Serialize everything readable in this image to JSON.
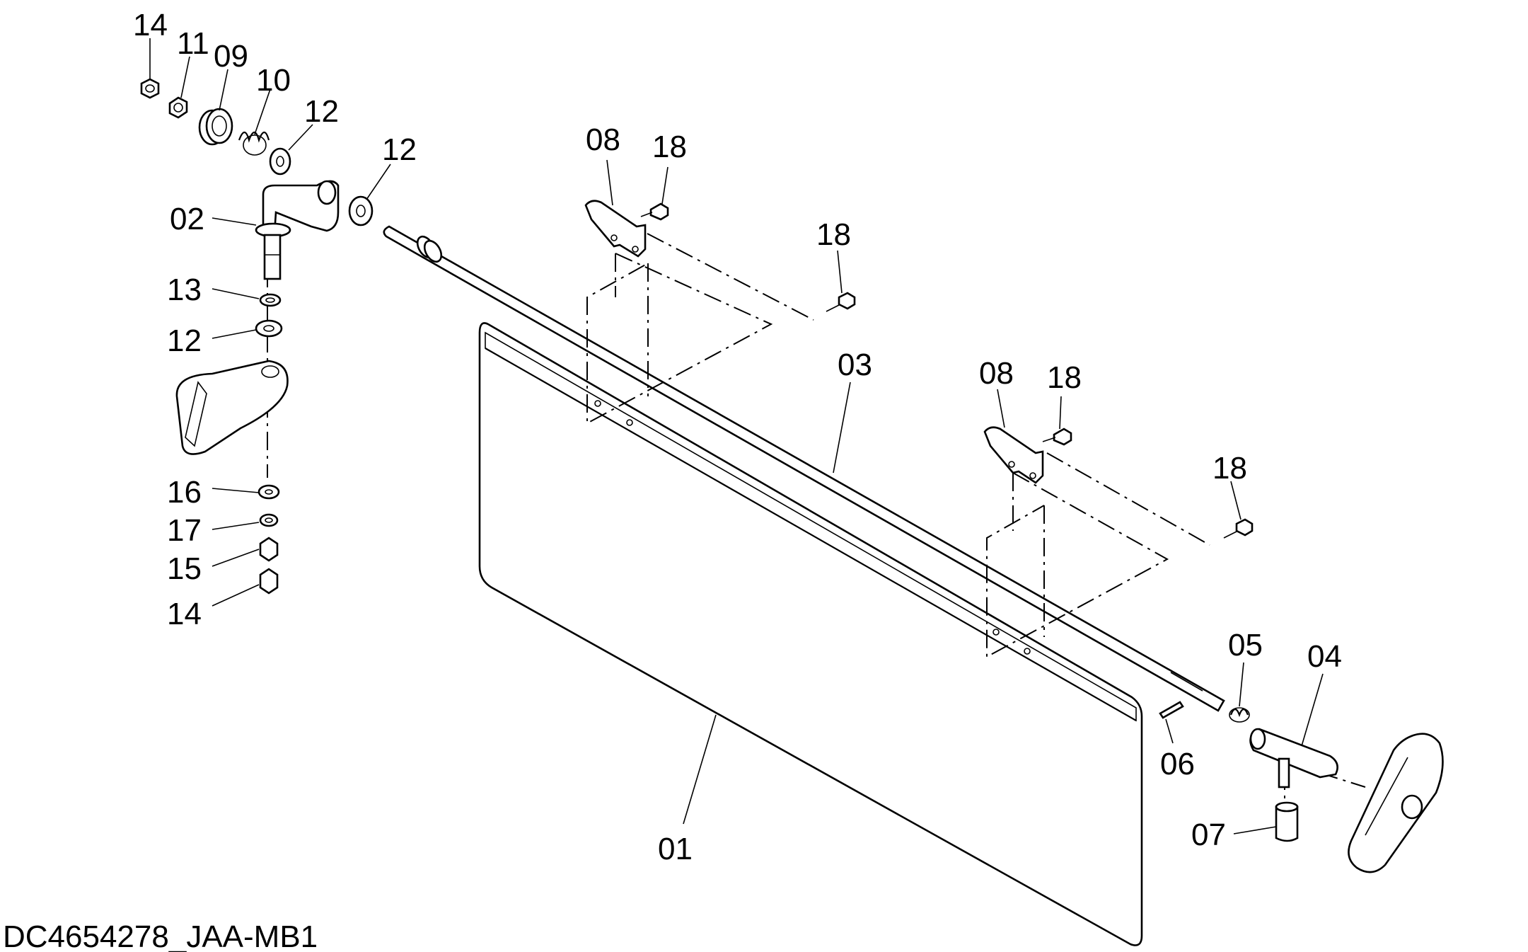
{
  "drawing_code": "DC4654278_JAA-MB1",
  "callouts": {
    "c14a": "14",
    "c11": "11",
    "c09": "09",
    "c10": "10",
    "c12a": "12",
    "c12b": "12",
    "c02": "02",
    "c13": "13",
    "c12c": "12",
    "c16": "16",
    "c17": "17",
    "c15": "15",
    "c14b": "14",
    "c08a": "08",
    "c18a": "18",
    "c18b": "18",
    "c03": "03",
    "c08b": "08",
    "c18c": "18",
    "c18d": "18",
    "c05": "05",
    "c04": "04",
    "c06": "06",
    "c07": "07",
    "c01": "01"
  }
}
